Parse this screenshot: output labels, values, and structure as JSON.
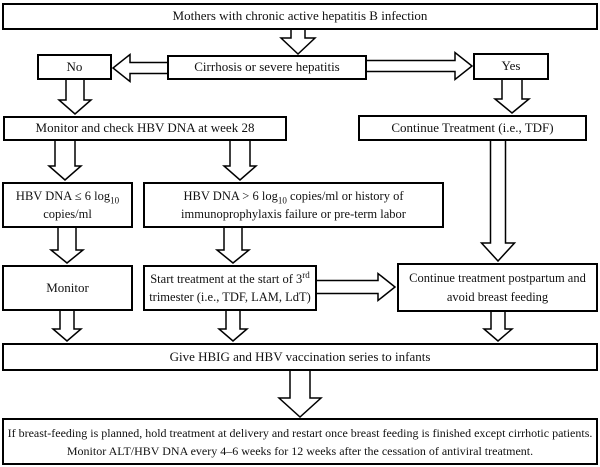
{
  "colors": {
    "line": "#000000",
    "box_fill": "#ffffff",
    "page_bg": "#ffffff"
  },
  "diagram": {
    "type": "flowchart",
    "topic": "Management of mothers with chronic active hepatitis B infection"
  },
  "nodes": {
    "mothers": {
      "text": "Mothers with chronic active hepatitis B infection"
    },
    "no": {
      "text": "No"
    },
    "decision": {
      "text": "Cirrhosis or severe hepatitis"
    },
    "yes": {
      "text": "Yes"
    },
    "monitor_check": {
      "text": "Monitor and check HBV DNA at week 28"
    },
    "continue_treatment": {
      "text": "Continue Treatment (i.e., TDF)"
    },
    "hbv_low": {
      "line1_pre": "HBV DNA ≤ 6 log",
      "line1_sub": "10",
      "line2": "copies/ml"
    },
    "hbv_high": {
      "line1_pre": "HBV DNA > 6 log",
      "line1_sub": "10",
      "line1_post": " copies/ml or history of",
      "line2": "immunoprophylaxis failure or pre-term labor"
    },
    "monitor": {
      "text": "Monitor"
    },
    "start_treatment": {
      "line1_pre": "Start treatment at the start of 3",
      "line1_sup": "rd",
      "line2": "trimester (i.e., TDF, LAM, LdT)"
    },
    "postpartum": {
      "line1": "Continue treatment postpartum and",
      "line2": "avoid breast feeding"
    },
    "hbig": {
      "text": "Give HBIG and HBV vaccination series to infants"
    },
    "final_note": {
      "line1": "If breast-feeding is planned, hold treatment at delivery and restart once breast feeding is finished except cirrhotic patients.",
      "line2": "Monitor ALT/HBV DNA every 4–6 weeks for 12 weeks after the cessation of antiviral treatment."
    }
  },
  "edges": [
    "mothers → decision",
    "decision → no",
    "decision → yes",
    "no → monitor_check",
    "yes → continue_treatment",
    "monitor_check → hbv_low",
    "monitor_check → hbv_high",
    "hbv_low → monitor",
    "hbv_high → start_treatment",
    "continue_treatment → postpartum",
    "start_treatment → postpartum",
    "monitor → hbig",
    "start_treatment → hbig",
    "postpartum → hbig",
    "hbig → final_note"
  ]
}
